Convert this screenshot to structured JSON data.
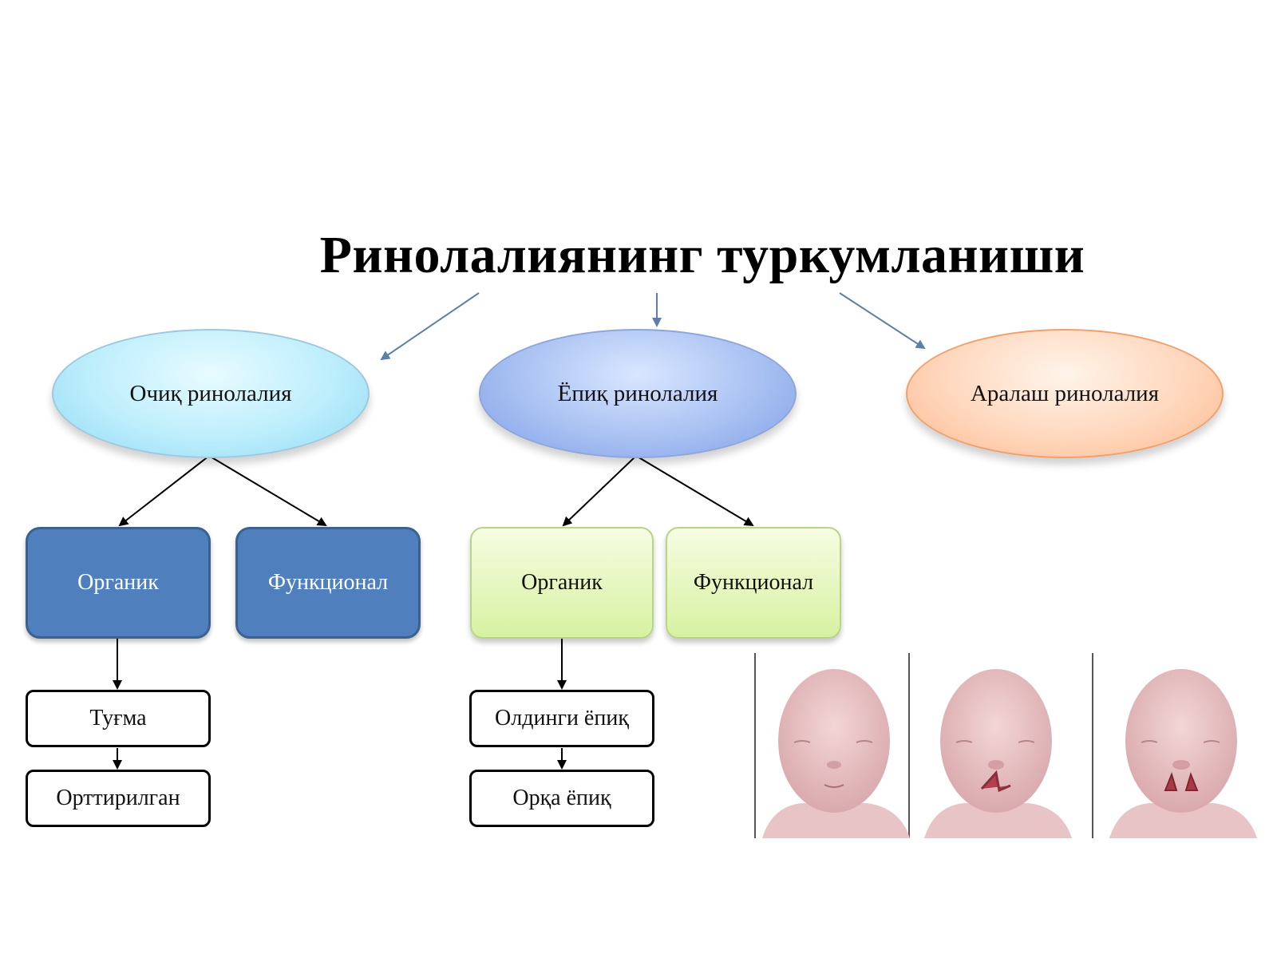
{
  "title": "Ринолалиянинг туркумланиши",
  "types": {
    "open": "Очиқ ринолалия",
    "closed": "Ёпиқ ринолалия",
    "mixed": "Аралаш ринолалия"
  },
  "open_branch": {
    "organic": "Органик",
    "functional": "Функционал",
    "congenital": "Туғма",
    "acquired": "Орттирилган"
  },
  "closed_branch": {
    "organic": "Органик",
    "functional": "Функционал",
    "anterior": "Олдинги ёпиқ",
    "posterior": "Орқа ёпиқ"
  },
  "colors": {
    "arrow_top": "#5b7fa6",
    "arrow_tree": "#000000",
    "box_dark": "#4f7fbd",
    "box_green": "#d7f1a2",
    "ellipse_open": "#bdeefc",
    "ellipse_closed": "#a9c1f2",
    "ellipse_mixed": "#ffd7bd"
  },
  "illustrations": [
    "infant-face-normal",
    "infant-face-unilateral-cleft",
    "infant-face-bilateral-cleft"
  ]
}
